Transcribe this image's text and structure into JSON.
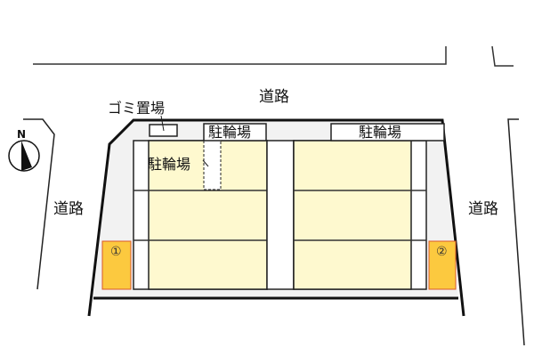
{
  "labels": {
    "road_top": "道路",
    "road_left": "道路",
    "road_right": "道路",
    "garbage": "ゴミ置場",
    "bike_top_left": "駐輪場",
    "bike_top_right": "駐輪場",
    "bike_inner": "駐輪場",
    "space_1": "①",
    "space_2": "②",
    "north": "N"
  },
  "colors": {
    "parking_area": "#f2f2f2",
    "unit_fill": "#fef9cf",
    "space_fill": "#fcc93f",
    "space_border": "#d9582b",
    "line": "#111111"
  }
}
